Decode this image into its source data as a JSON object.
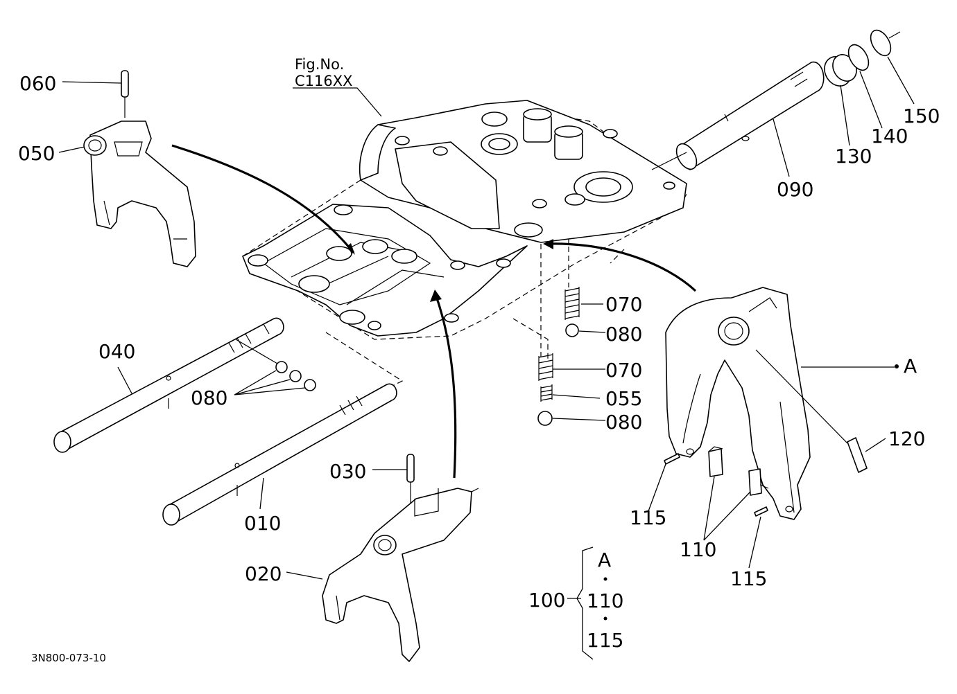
{
  "figure": {
    "ref_title": "Fig.No.",
    "ref_code": "C116XX",
    "drawing_code": "3N800-073-10"
  },
  "callouts": {
    "c060": "060",
    "c050": "050",
    "c040": "040",
    "c080_left": "080",
    "c010": "010",
    "c030": "030",
    "c020": "020",
    "c070_upper": "070",
    "c080_upper": "080",
    "c070_lower": "070",
    "c055": "055",
    "c080_lower": "080",
    "c090": "090",
    "c130": "130",
    "c140": "140",
    "c150": "150",
    "cA": "A",
    "c120": "120",
    "c115_left": "115",
    "c110": "110",
    "c115_right": "115"
  },
  "assembly": {
    "group": "100",
    "items": [
      "A",
      "110",
      "115"
    ]
  }
}
